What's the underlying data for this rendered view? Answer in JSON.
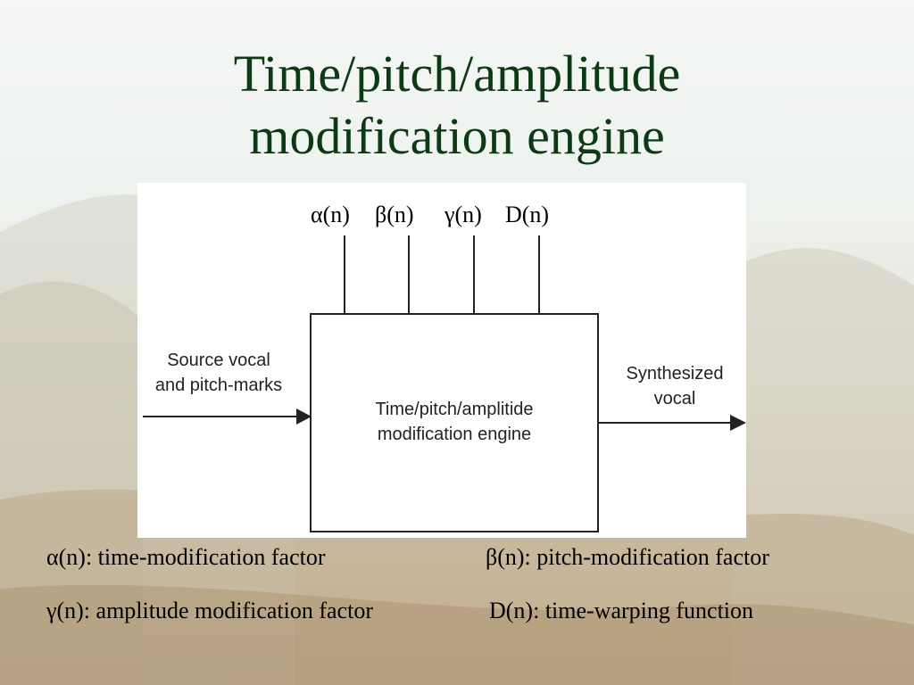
{
  "slide": {
    "title_line1": "Time/pitch/amplitude",
    "title_line2": "modification engine"
  },
  "diagram": {
    "params": [
      "α(n)",
      "β(n)",
      "γ(n)",
      "D(n)"
    ],
    "input_label_line1": "Source vocal",
    "input_label_line2": "and pitch-marks",
    "box_label_line1": "Time/pitch/amplitide",
    "box_label_line2": "modification engine",
    "output_label_line1": "Synthesized",
    "output_label_line2": "vocal"
  },
  "legend": {
    "alpha": "α(n): time-modification factor",
    "beta": "β(n): pitch-modification factor",
    "gamma": "γ(n): amplitude modification factor",
    "d": "D(n): time-warping function"
  },
  "colors": {
    "title": "#0d3a14",
    "text": "#000000",
    "diagram_background": "#ffffff"
  }
}
